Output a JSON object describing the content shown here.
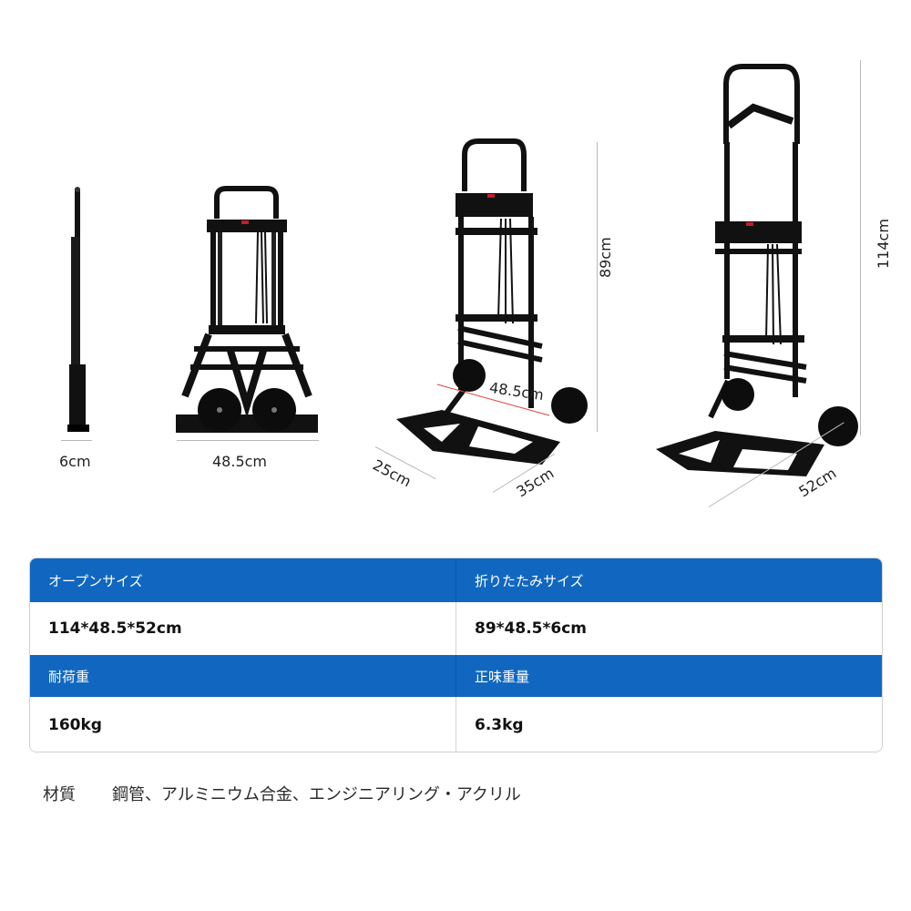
{
  "figures": {
    "side_view": {
      "label": "6cm"
    },
    "front_view": {
      "label": "48.5cm"
    },
    "folded_view": {
      "height_label": "89cm",
      "width_label": "48.5cm",
      "depth_label": "25cm",
      "plate_label": "35cm"
    },
    "open_view": {
      "height_label": "114cm",
      "plate_label": "52cm"
    }
  },
  "spec_table": {
    "rows": [
      {
        "headers": [
          "オープンサイズ",
          "折りたたみサイズ"
        ],
        "values": [
          "114*48.5*52cm",
          "89*48.5*6cm"
        ]
      },
      {
        "headers": [
          "耐荷重",
          "正味重量"
        ],
        "values": [
          "160kg",
          "6.3kg"
        ]
      }
    ],
    "colors": {
      "header_bg": "#1167c0",
      "header_text": "#ffffff",
      "border": "#cfcfcf"
    }
  },
  "material": {
    "label": "材質",
    "value": "鋼管、アルミニウム合金、エンジニアリング・アクリル"
  }
}
